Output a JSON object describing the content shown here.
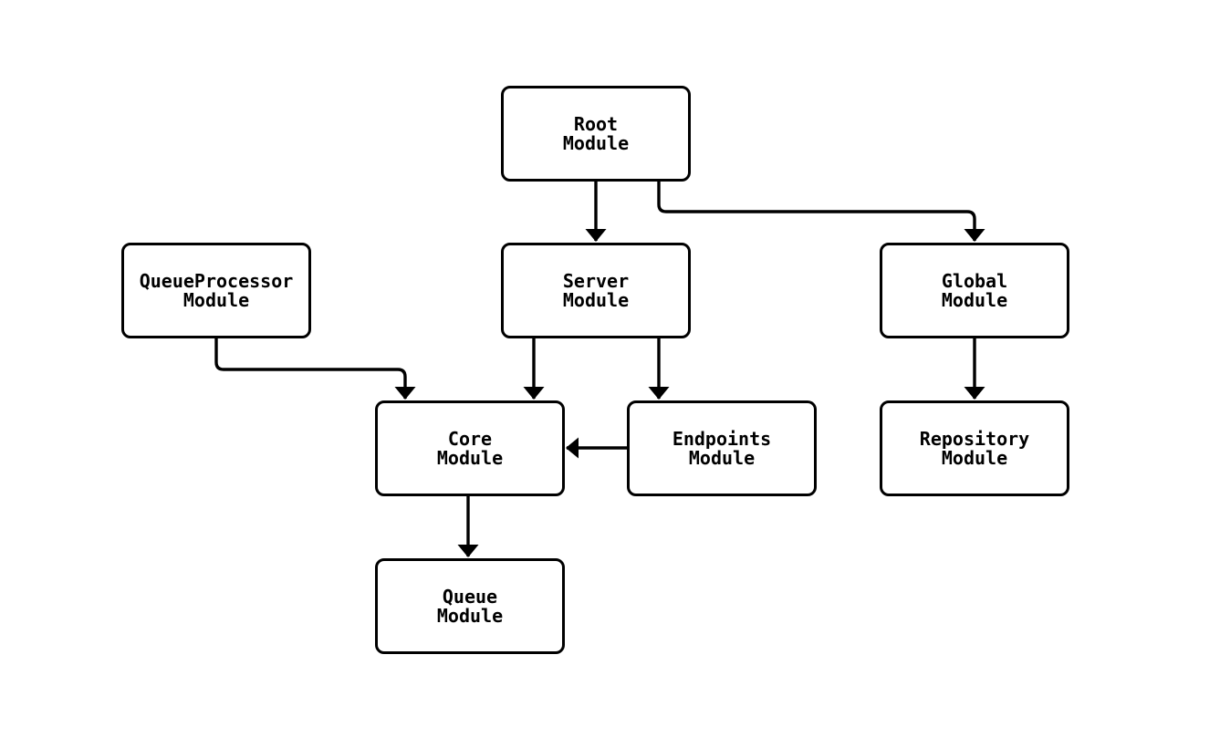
{
  "diagram": {
    "type": "module-dependency-graph",
    "colors": {
      "background": "#ffffff",
      "node_fill": "#ffffff",
      "stroke": "#000000",
      "text": "#000000"
    },
    "nodes": [
      {
        "id": "root",
        "label": "Root\nModule"
      },
      {
        "id": "queueprocessor",
        "label": "QueueProcessor\nModule"
      },
      {
        "id": "server",
        "label": "Server\nModule"
      },
      {
        "id": "global",
        "label": "Global\nModule"
      },
      {
        "id": "core",
        "label": "Core\nModule"
      },
      {
        "id": "endpoints",
        "label": "Endpoints\nModule"
      },
      {
        "id": "repository",
        "label": "Repository\nModule"
      },
      {
        "id": "queue",
        "label": "Queue\nModule"
      }
    ],
    "edges": [
      {
        "from": "Root Module",
        "to": "Server Module"
      },
      {
        "from": "Root Module",
        "to": "Global Module"
      },
      {
        "from": "QueueProcessor Module",
        "to": "Core Module"
      },
      {
        "from": "Server Module",
        "to": "Core Module"
      },
      {
        "from": "Server Module",
        "to": "Endpoints Module"
      },
      {
        "from": "Endpoints Module",
        "to": "Core Module"
      },
      {
        "from": "Global Module",
        "to": "Repository Module"
      },
      {
        "from": "Core Module",
        "to": "Queue Module"
      }
    ]
  }
}
